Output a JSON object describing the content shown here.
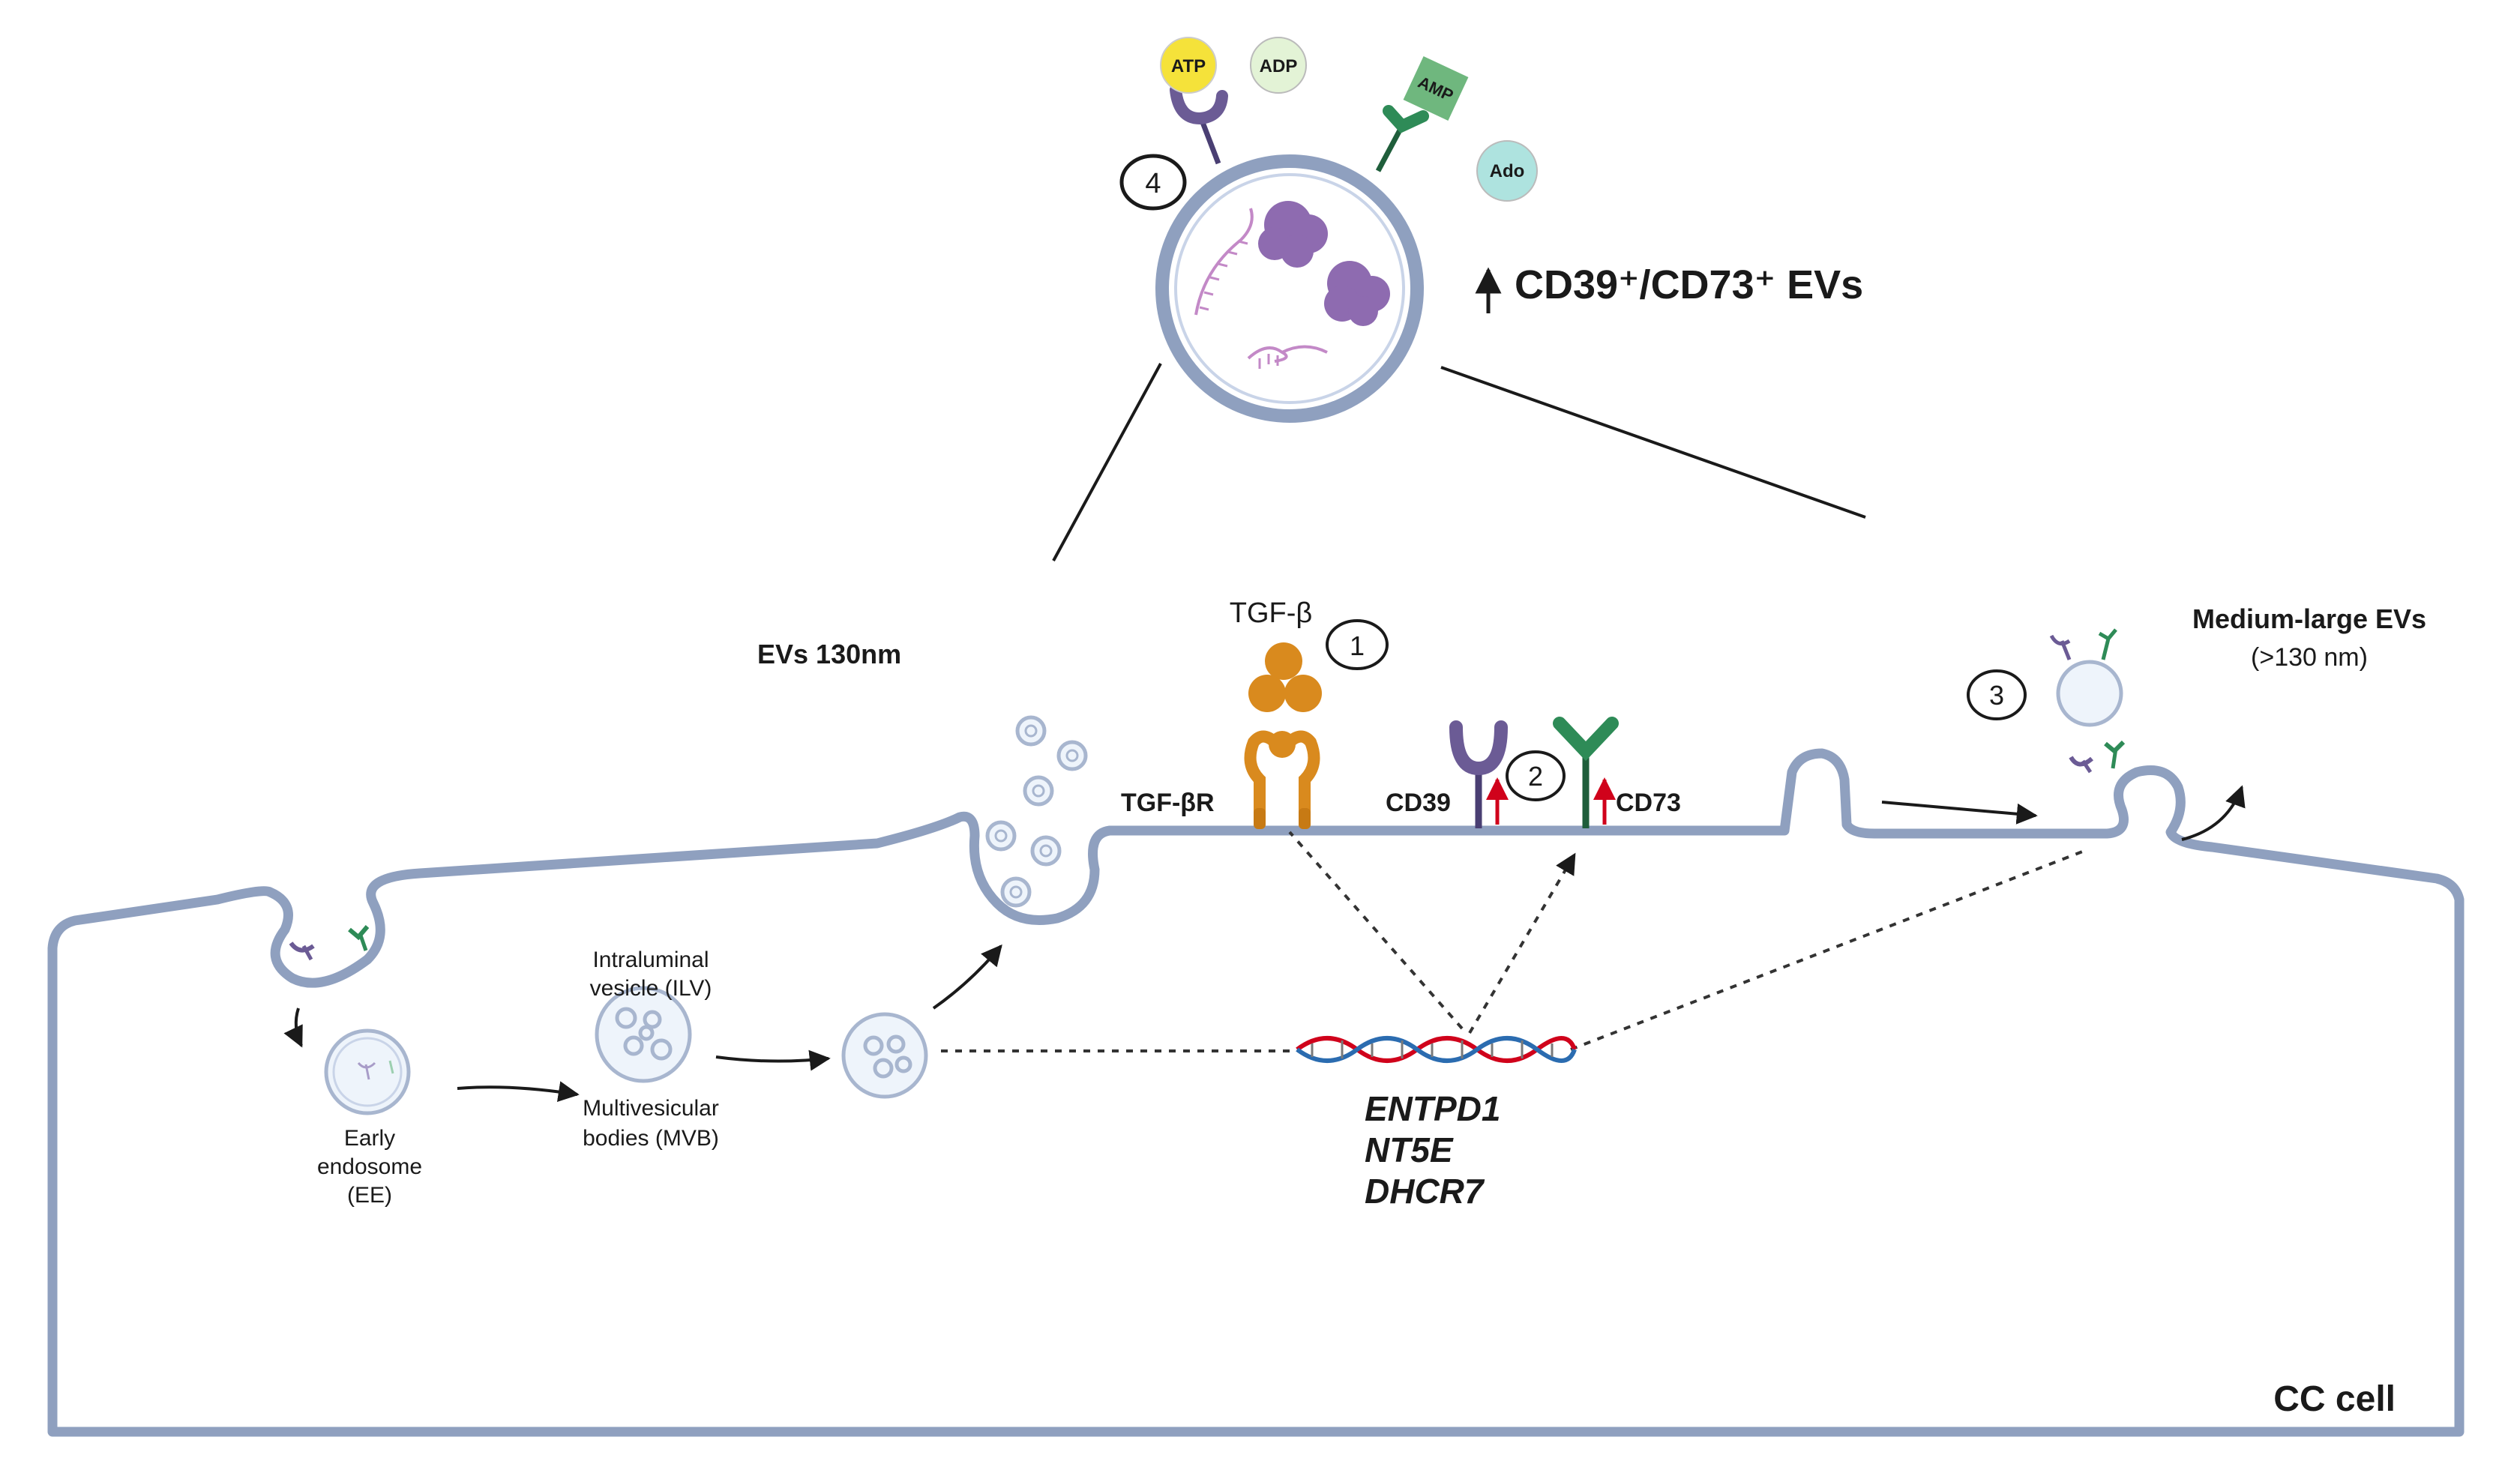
{
  "labels": {
    "ev_title": "CD39⁺/CD73⁺ EVs",
    "ev_size": "EVs 130nm",
    "medium_large_1": "Medium-large EVs",
    "medium_large_2": "(>130 nm)",
    "tgfb": "TGF-β",
    "tgfbr": "TGF-βR",
    "cd39": "CD39",
    "cd73": "CD73",
    "ilv_1": "Intraluminal",
    "ilv_2": "vesicle (ILV)",
    "mvb_1": "Multivesicular",
    "mvb_2": "bodies (MVB)",
    "ee_1": "Early",
    "ee_2": "endosome",
    "ee_3": "(EE)",
    "genes": [
      "ENTPD1",
      "NT5E",
      "DHCR7"
    ],
    "cell": "CC cell",
    "atp": "ATP",
    "adp": "ADP",
    "amp": "AMP",
    "ado": "Ado"
  },
  "steps": [
    "1",
    "2",
    "3",
    "4"
  ],
  "colors": {
    "membrane": "#8fa0bf",
    "cd39": "#6b5b95",
    "cd73": "#2e8b57",
    "tgfb": "#d98a1e",
    "up_arrow": "#d0021b",
    "atp": "#f5e23a",
    "adp": "#e3f3d6",
    "amp": "#6fb77e",
    "ado": "#aee3df",
    "cargo": "#8e6bb0"
  }
}
